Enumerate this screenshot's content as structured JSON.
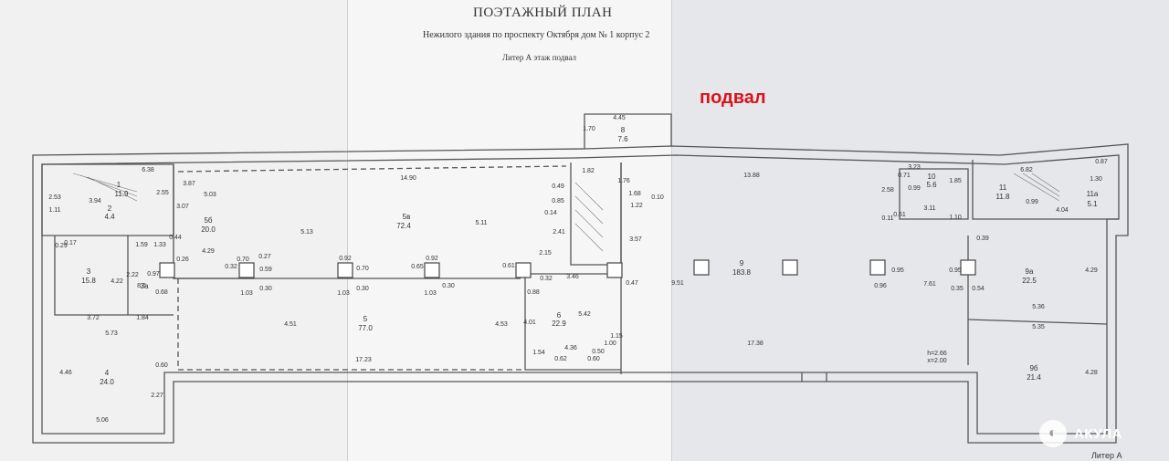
{
  "header": {
    "title": "ПОЭТАЖНЫЙ ПЛАН",
    "subtitle": "Нежилого здания по проспекту Октября дом № 1 корпус 2",
    "subtitle2": "Литер А этаж подвал"
  },
  "badge": "подвал",
  "logo": "АКУЛА",
  "footer": "Литер А",
  "colors": {
    "badge": "#d9121b",
    "lines": "#555555"
  },
  "rooms": [
    {
      "num": "1",
      "area": "11.9"
    },
    {
      "num": "2",
      "area": "4.4"
    },
    {
      "num": "3",
      "area": "15.8"
    },
    {
      "num": "3а",
      "area": "8.6"
    },
    {
      "num": "4",
      "area": "24.0"
    },
    {
      "num": "5б",
      "area": "20.0"
    },
    {
      "num": "5в",
      "area": "72.4"
    },
    {
      "num": "5",
      "area": "77.0"
    },
    {
      "num": "6",
      "area": "22.9"
    },
    {
      "num": "8",
      "area": "7.6"
    },
    {
      "num": "9",
      "area": "183.8"
    },
    {
      "num": "9а",
      "area": "22.5"
    },
    {
      "num": "9б",
      "area": "21.4"
    },
    {
      "num": "10",
      "area": "5.6"
    },
    {
      "num": "11",
      "area": "11.8"
    },
    {
      "num": "11а",
      "area": "5.1"
    }
  ],
  "dimensions": [
    "6.38",
    "3.94",
    "2.53",
    "1.11",
    "2.55",
    "3.87",
    "5.03",
    "3.07",
    "1.59",
    "1.33",
    "0.44",
    "4.29",
    "0.26",
    "0.29",
    "0.17",
    "4.22",
    "2.22",
    "0.97",
    "0.68",
    "3.72",
    "1.84",
    "5.73",
    "4.46",
    "2.27",
    "0.60",
    "5.06",
    "14.90",
    "5.13",
    "5.11",
    "0.32",
    "0.70",
    "0.27",
    "0.59",
    "1.03",
    "0.30",
    "0.92",
    "0.70",
    "1.03",
    "0.30",
    "0.65",
    "0.92",
    "1.03",
    "0.30",
    "4.51",
    "4.53",
    "17.23",
    "1.82",
    "0.49",
    "0.85",
    "0.14",
    "2.41",
    "2.15",
    "0.61",
    "0.88",
    "0.32",
    "3.46",
    "4.01",
    "5.42",
    "1.54",
    "4.36",
    "0.50",
    "1.00",
    "1.15",
    "0.62",
    "0.60",
    "1.76",
    "1.68",
    "1.22",
    "0.10",
    "3.57",
    "0.47",
    "4.45",
    "1.70",
    "13.88",
    "9.51",
    "17.38",
    "3.23",
    "0.71",
    "0.99",
    "2.58",
    "0.61",
    "0.11",
    "3.11",
    "1.85",
    "1.10",
    "6.82",
    "0.87",
    "1.30",
    "0.99",
    "4.04",
    "0.95",
    "7.61",
    "0.95",
    "0.35",
    "0.54",
    "0.96",
    "0.39",
    "4.29",
    "5.36",
    "5.35",
    "4.28",
    "h=2.66",
    "x=2.00"
  ]
}
